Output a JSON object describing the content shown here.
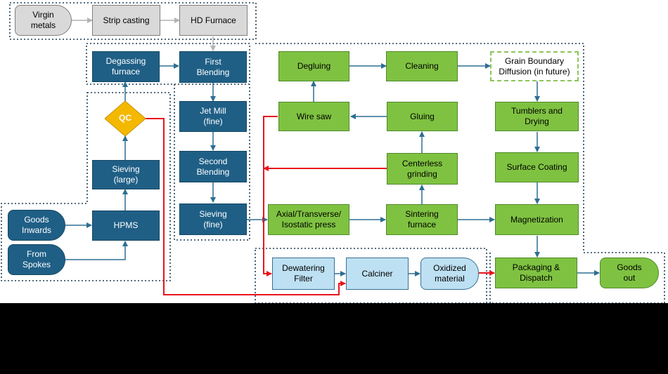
{
  "nodes": {
    "virgin_metals": "Virgin\nmetals",
    "strip_casting": "Strip casting",
    "hd_furnace": "HD Furnace",
    "degassing_furnace": "Degassing\nfurnace",
    "first_blending": "First\nBlending",
    "qc": "QC",
    "jet_mill": "Jet Mill\n(fine)",
    "sieving_large": "Sieving\n(large)",
    "second_blending": "Second\nBlending",
    "goods_inwards": "Goods\nInwards",
    "hpms": "HPMS",
    "sieving_fine": "Sieving\n(fine)",
    "from_spokes": "From\nSpokes",
    "degluing": "Degluing",
    "cleaning": "Cleaning",
    "grain_boundary": "Grain Boundary\nDiffusion (in future)",
    "wire_saw": "Wire saw",
    "gluing": "Gluing",
    "tumblers": "Tumblers and\nDrying",
    "centerless": "Centerless\ngrinding",
    "surface_coating": "Surface Coating",
    "press": "Axial/Transverse/\nIsostatic press",
    "sintering": "Sintering\nfurnace",
    "magnetization": "Magnetization",
    "dewatering": "Dewatering\nFilter",
    "calciner": "Calciner",
    "oxidized": "Oxidized\nmaterial",
    "packaging": "Packaging &\nDispatch",
    "goods_out": "Goods\nout"
  },
  "colors": {
    "gray_fill": "#d9d9d9",
    "blue_fill": "#1f5f86",
    "green_fill": "#7fc241",
    "light_blue_fill": "#bde0f2",
    "qc_fill": "#f4b800",
    "flow_arrow": "#2e6e93",
    "gray_arrow": "#b3b3b3",
    "recycle_arrow": "#e8141b"
  }
}
